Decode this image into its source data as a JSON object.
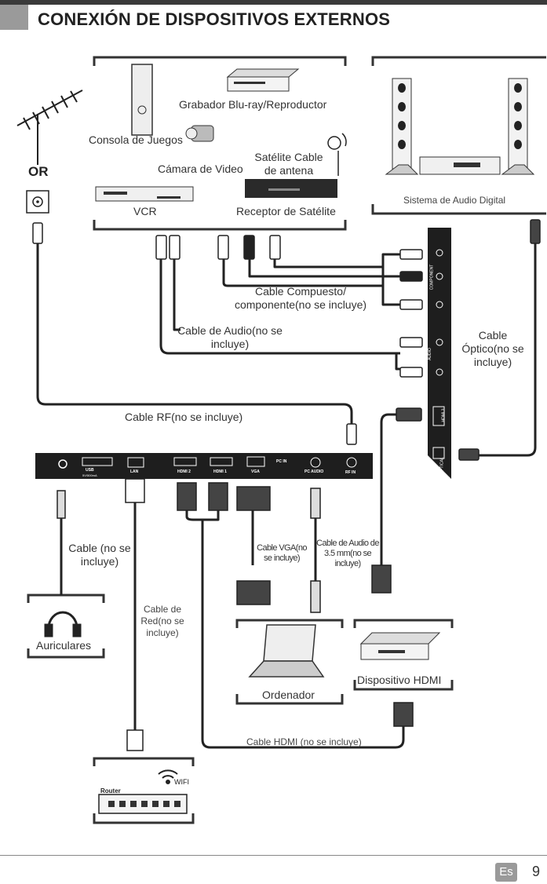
{
  "header": {
    "title": "CONEXIÓN DE DISPOSITIVOS EXTERNOS"
  },
  "devices": {
    "bluray": "Grabador Blu-ray/Reproductor",
    "console": "Consola de Juegos",
    "camera": "Cámara de Video",
    "satellite_cable": "Satélite Cable de antena",
    "vcr": "VCR",
    "sat_receiver": "Receptor de Satélite",
    "audio_system": "Sistema de Audio Digital",
    "or_label": "OR",
    "headphones": "Auriculares",
    "computer": "Ordenador",
    "hdmi_device": "Dispositivo HDMI",
    "wifi": "WIFI",
    "router": "Router"
  },
  "cables": {
    "composite": "Cable Compuesto/ componente(no se incluye)",
    "audio": "Cable de Audio(no se incluye)",
    "optical": "Cable Óptico(no se incluye)",
    "rf": "Cable RF(no se incluye)",
    "headphone": "Cable (no se incluye)",
    "network": "Cable de Red(no se incluye)",
    "vga": "Cable VGA(no se incluye)",
    "audio35": "Cable de Audio de 3.5 mm(no se incluye)",
    "hdmi": "Cable HDMI (no se incluye)"
  },
  "tv_ports": {
    "usb": "USB",
    "usb_spec": "5V/500mA",
    "lan": "LAN",
    "hdmi2": "HDMI 2",
    "hdmi1": "HDMI 1",
    "vga": "VGA",
    "pc_in": "PC IN",
    "pc_audio": "PC AUDIO",
    "rf_in": "RF IN",
    "component": "COMPONENT",
    "audio_side": "AUDIO",
    "hdmi3": "HDMI 3",
    "optical": "OPTICAL"
  },
  "footer": {
    "lang": "Es",
    "page": "9"
  },
  "colors": {
    "accent_gray": "#9a9a9a",
    "panel": "#1e1e1e",
    "cable": "#222222"
  }
}
